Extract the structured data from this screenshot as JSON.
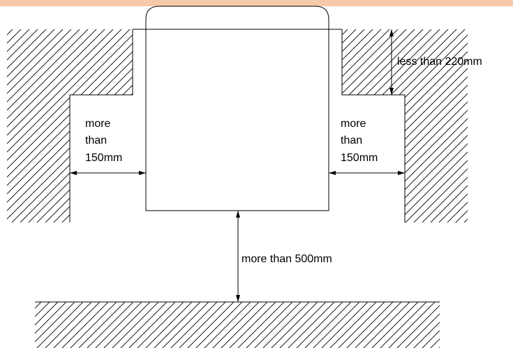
{
  "diagram": {
    "colors": {
      "top_band": "#f6c9a8",
      "stroke": "#000000",
      "background": "#ffffff",
      "unit_fill": "#ffffff"
    },
    "labels": {
      "top_gap": "less than 220mm",
      "left_gap_line1": "more",
      "left_gap_line2": "than",
      "left_gap_line3": "150mm",
      "right_gap_line1": "more",
      "right_gap_line2": "than",
      "right_gap_line3": "150mm",
      "bottom_gap": "more than 500mm"
    }
  }
}
